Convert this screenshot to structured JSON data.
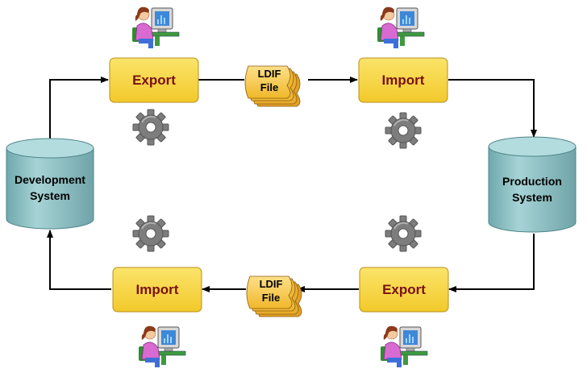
{
  "steps": {
    "top_export": "Export",
    "top_import": "Import",
    "bottom_import": "Import",
    "bottom_export": "Export"
  },
  "databases": {
    "development": [
      "Development",
      "System"
    ],
    "production": [
      "Production",
      "System"
    ]
  },
  "files": {
    "top": [
      "LDIF",
      "File"
    ],
    "bottom": [
      "LDIF",
      "File"
    ]
  },
  "colors": {
    "step_fill": "#f9d94a",
    "step_text": "#7a1010",
    "database": "#8fc3c6",
    "file": "#f3c23a",
    "gear": "#7d7d7d",
    "arrow": "#000000"
  },
  "icons": {
    "user": "person-at-computer-icon",
    "process": "gear-icon"
  }
}
